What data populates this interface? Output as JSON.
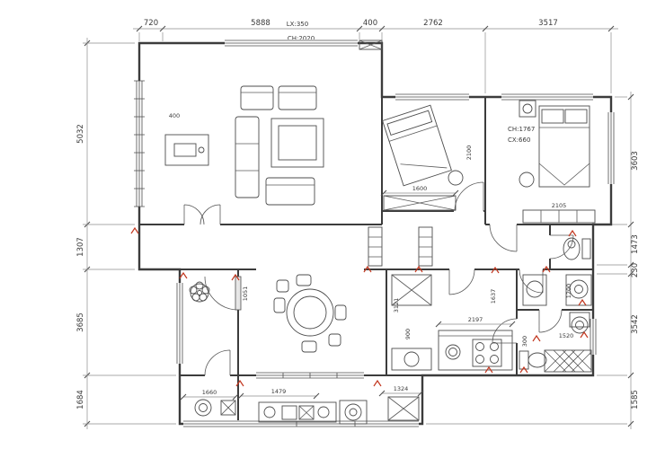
{
  "drawing": {
    "kind": "apartment floor plan"
  },
  "colors": {
    "wall": "#3c3c3c",
    "dim": "#8d8d8d",
    "accent_red": "#c2371f"
  },
  "dims": {
    "top": [
      "720",
      "5888",
      "400",
      "2762",
      "3517"
    ],
    "left": [
      "5032",
      "1307",
      "3685",
      "1684"
    ],
    "right": [
      "3603",
      "1473",
      "230",
      "3542",
      "1585"
    ],
    "note1": "LX:350",
    "note2": "CH:2020"
  },
  "annotations": {
    "bed2_ch": "CH:1767",
    "bed2_cx": "CX:660",
    "wardrobe1": "1600",
    "bed1_depth": "2100",
    "dresser2": "2105",
    "kitchen_counter": "2197",
    "pantry_len": "3121",
    "pantry_w": "900",
    "hall_door": "1637",
    "bath_w": "1200",
    "bath_len": "1520",
    "bath_gap": "300",
    "study_door": "1051",
    "laundry_left": "1660",
    "balcony_a": "1479",
    "balcony_b": "1324",
    "living_note": "400"
  }
}
